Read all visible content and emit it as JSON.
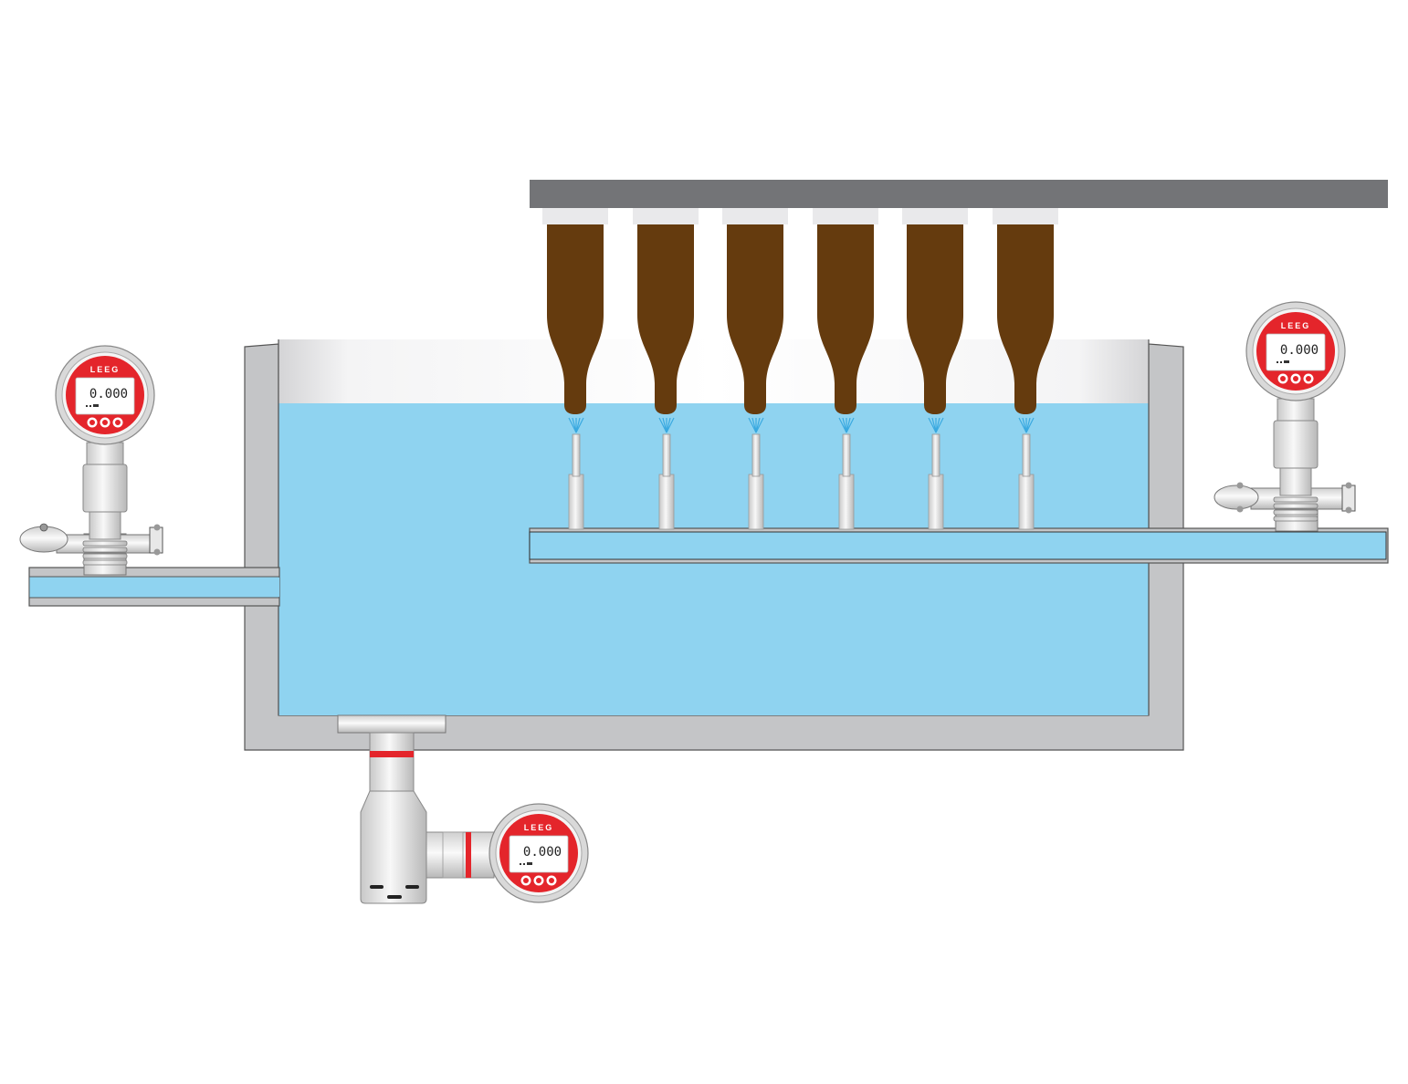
{
  "gauges": [
    {
      "id": "left",
      "brand": "LEEG",
      "reading": "0.000"
    },
    {
      "id": "right",
      "brand": "LEEG",
      "reading": "0.000"
    },
    {
      "id": "bottom",
      "brand": "LEEG",
      "reading": "0.000"
    }
  ],
  "colors": {
    "water": "#8fd3f0",
    "tank_wall": "#c4c5c7",
    "rail": "#737477",
    "bottle": "#653b0e",
    "gauge_red": "#e4252b",
    "spray": "#3aa9e0"
  },
  "bottle_count": 6,
  "nozzle_count": 6
}
